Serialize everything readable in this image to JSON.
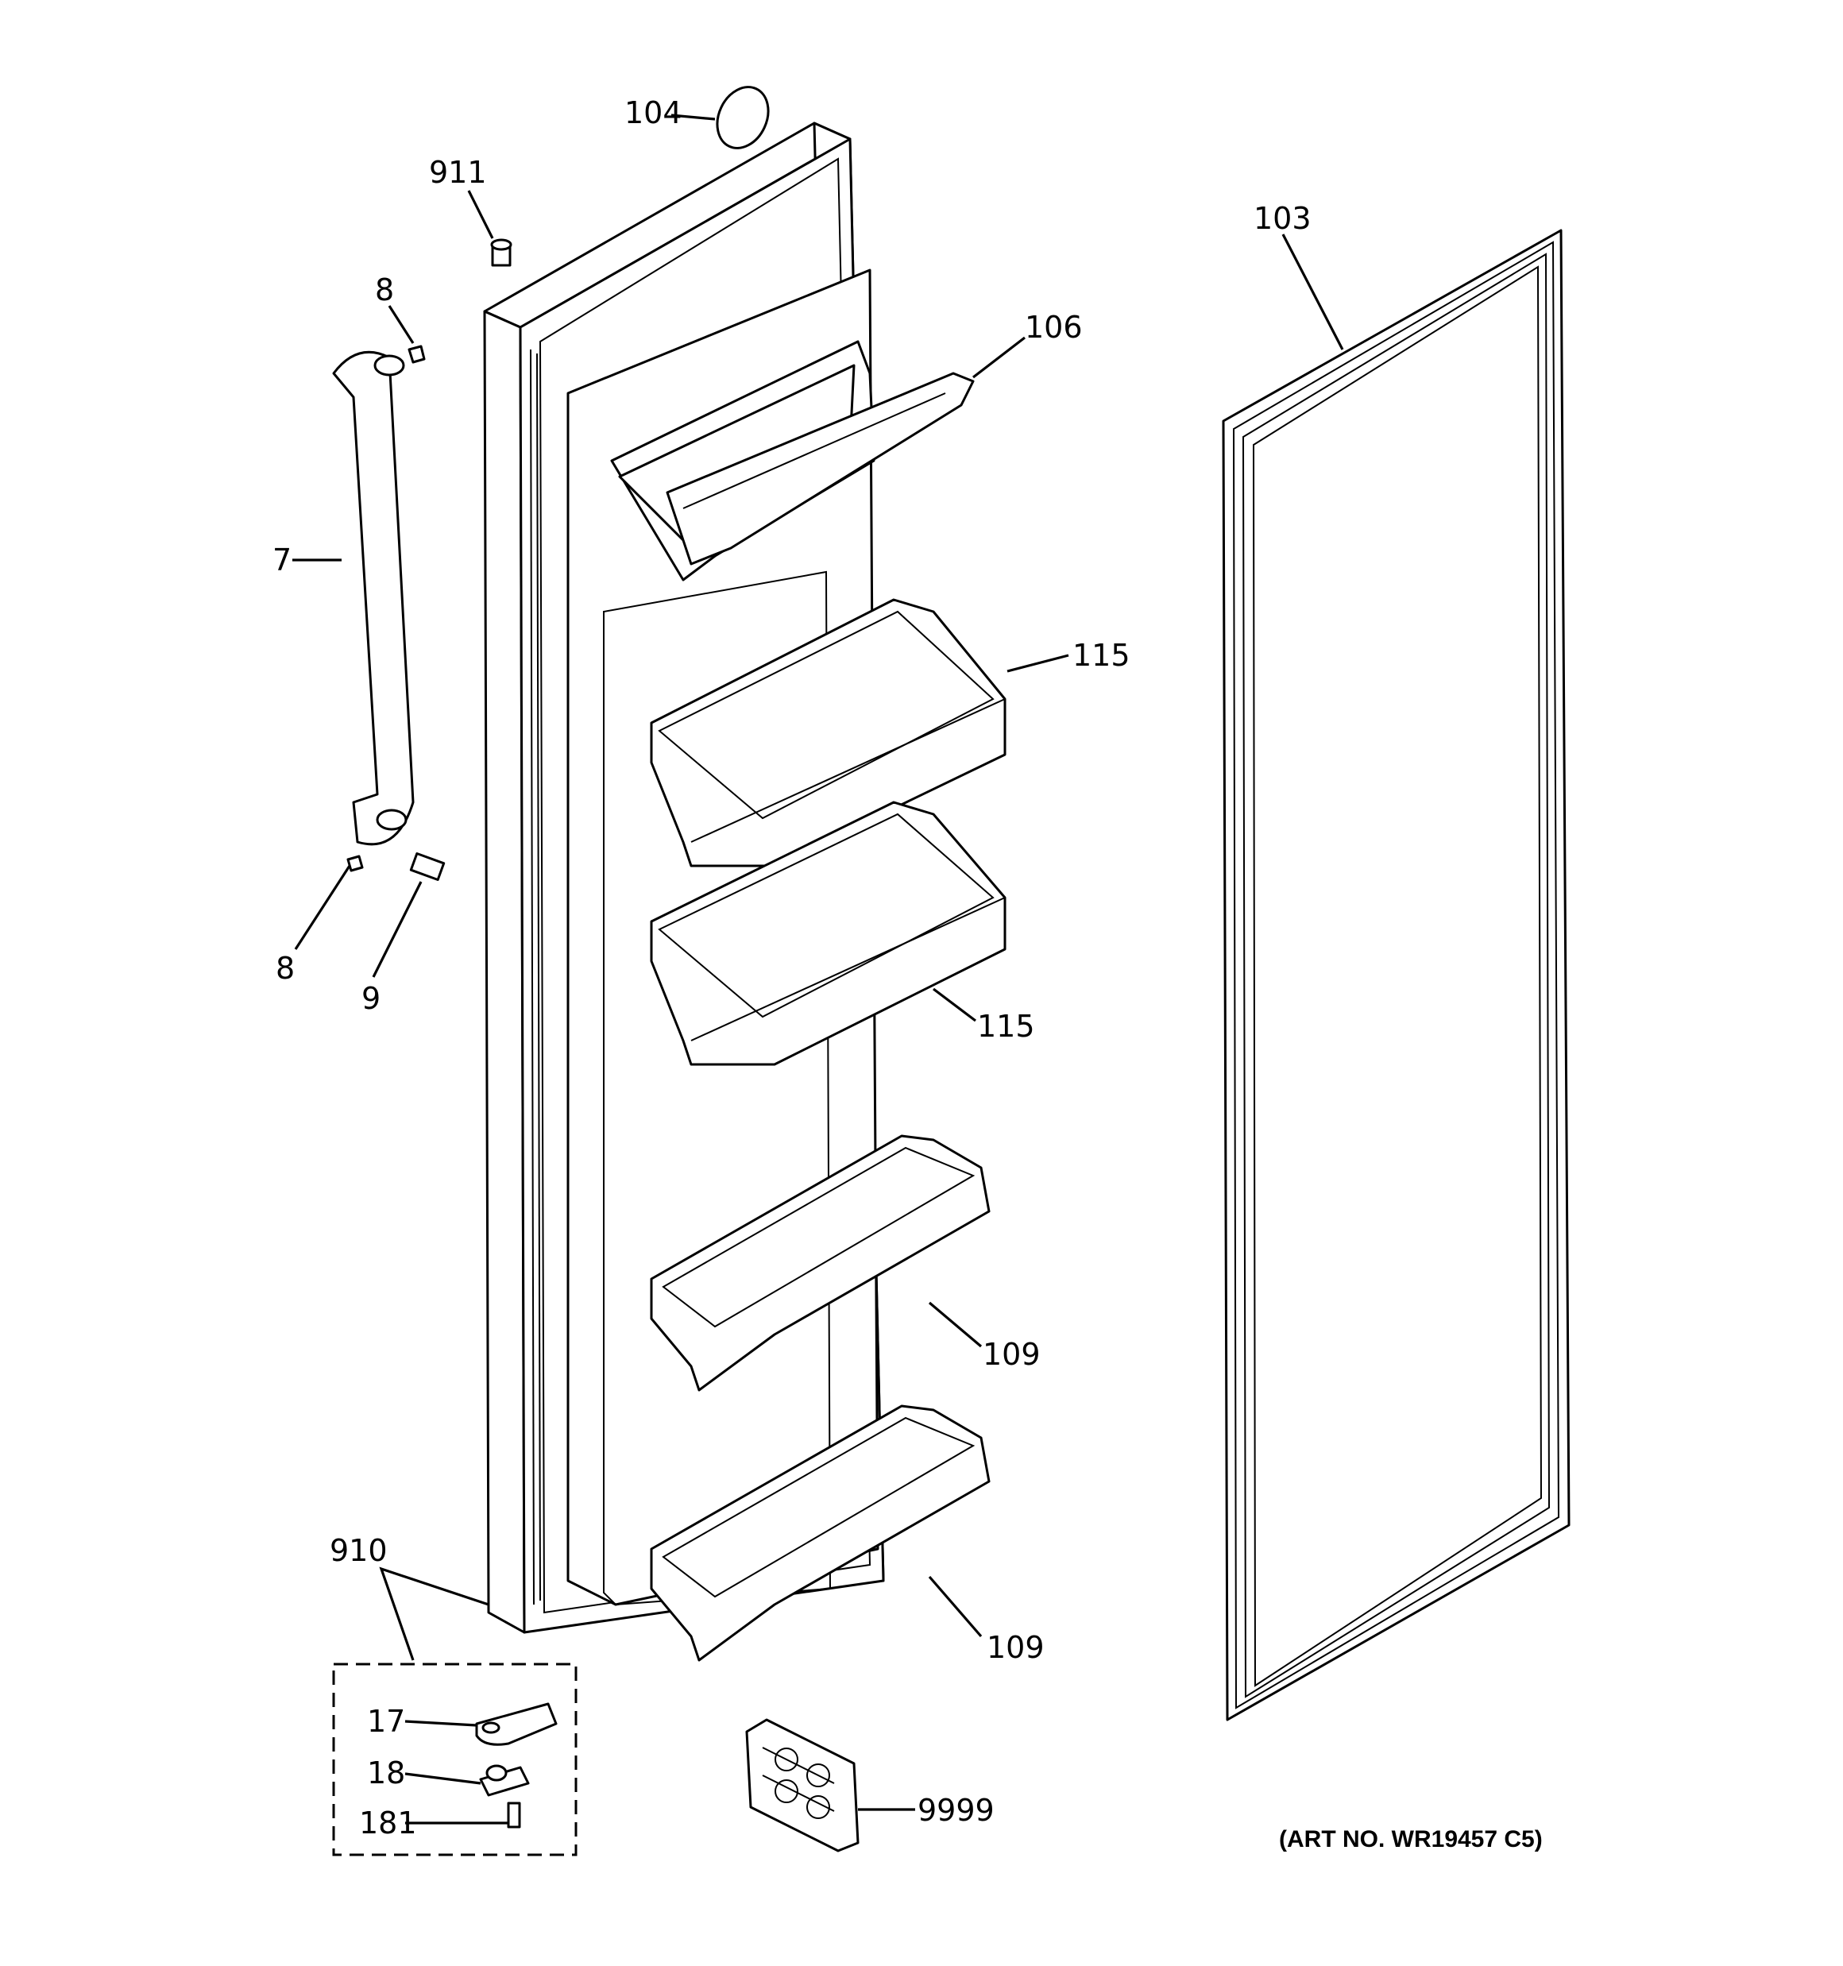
{
  "diagram": {
    "art_number": "(ART NO. WR19457 C5)",
    "callouts": [
      {
        "id": "c104",
        "label": "104"
      },
      {
        "id": "c911",
        "label": "911"
      },
      {
        "id": "c103",
        "label": "103"
      },
      {
        "id": "c8a",
        "label": "8"
      },
      {
        "id": "c106",
        "label": "106"
      },
      {
        "id": "c7",
        "label": "7"
      },
      {
        "id": "c115a",
        "label": "115"
      },
      {
        "id": "c8b",
        "label": "8"
      },
      {
        "id": "c9",
        "label": "9"
      },
      {
        "id": "c115b",
        "label": "115"
      },
      {
        "id": "c109a",
        "label": "109"
      },
      {
        "id": "c910",
        "label": "910"
      },
      {
        "id": "c109b",
        "label": "109"
      },
      {
        "id": "c17",
        "label": "17"
      },
      {
        "id": "c18",
        "label": "18"
      },
      {
        "id": "c181",
        "label": "181"
      },
      {
        "id": "c9999",
        "label": "9999"
      }
    ]
  }
}
